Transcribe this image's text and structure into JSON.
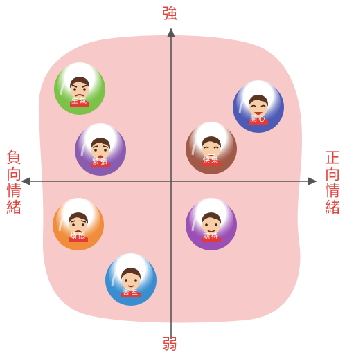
{
  "axes": {
    "top": "強",
    "bottom": "弱",
    "left": "負向情緒",
    "right": "正向情緒"
  },
  "emotions": [
    {
      "id": "angry",
      "label": "生氣",
      "quadrant": "strong-negative",
      "color": "#7cc249",
      "face": "angry"
    },
    {
      "id": "nervous",
      "label": "緊張",
      "quadrant": "strong-negative",
      "color": "#8a5cb0",
      "face": "nervous"
    },
    {
      "id": "happy",
      "label": "開心",
      "quadrant": "strong-positive",
      "color": "#4e5bb5",
      "face": "laugh"
    },
    {
      "id": "joyful",
      "label": "快樂",
      "quadrant": "strong-positive",
      "color": "#a05a47",
      "face": "smile"
    },
    {
      "id": "worried",
      "label": "煩悶",
      "quadrant": "weak-negative",
      "color": "#ef8d3a",
      "face": "sad"
    },
    {
      "id": "shy",
      "label": "害羞",
      "quadrant": "weak-negative",
      "color": "#3a8ed0",
      "face": "shy"
    },
    {
      "id": "expect",
      "label": "期待",
      "quadrant": "weak-positive",
      "color": "#9a4fb4",
      "face": "calm"
    }
  ],
  "colors": {
    "blob": "#f7c9c9",
    "axis": "#555555",
    "label": "#e2443d"
  }
}
